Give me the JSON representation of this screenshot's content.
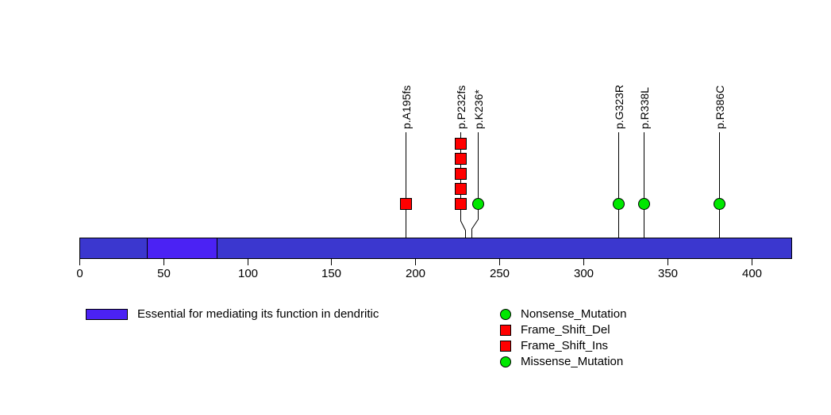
{
  "chart_data": {
    "type": "lollipop",
    "title": "",
    "xlabel": "",
    "ylabel": "",
    "xlim": [
      0,
      424
    ],
    "grid": false,
    "protein": {
      "length": 424,
      "bar_color": "#3B37CF",
      "bar_border": "#000000"
    },
    "domains": [
      {
        "name": "Essential for mediating its function in dendritic",
        "start": 40,
        "end": 82,
        "color": "#4B22F4"
      }
    ],
    "axis": {
      "ticks": [
        0,
        50,
        100,
        150,
        200,
        250,
        300,
        350,
        400
      ],
      "tick_labels": [
        "0",
        "50",
        "100",
        "150",
        "200",
        "250",
        "300",
        "350",
        "400"
      ]
    },
    "mutations": [
      {
        "label": "p.A195fs",
        "position": 194,
        "count": 1,
        "type": "Frame_Shift_Del",
        "shape": "square",
        "color": "#FF0000"
      },
      {
        "label": "p.P232fs",
        "position": 232,
        "count": 5,
        "type": "Frame_Shift_Ins",
        "shape": "square",
        "color": "#FF0000"
      },
      {
        "label": "p.K236*",
        "position": 236,
        "count": 1,
        "type": "Nonsense_Mutation",
        "shape": "circle",
        "color": "#00E800"
      },
      {
        "label": "p.G323R",
        "position": 323,
        "count": 1,
        "type": "Missense_Mutation",
        "shape": "circle",
        "color": "#00E800"
      },
      {
        "label": "p.R338L",
        "position": 338,
        "count": 1,
        "type": "Missense_Mutation",
        "shape": "circle",
        "color": "#00E800"
      },
      {
        "label": "p.R386C",
        "position": 386,
        "count": 1,
        "type": "Missense_Mutation",
        "shape": "circle",
        "color": "#00E800"
      }
    ],
    "legend_mutation_types": [
      {
        "label": "Nonsense_Mutation",
        "shape": "circle",
        "color": "#00E800"
      },
      {
        "label": "Frame_Shift_Del",
        "shape": "square",
        "color": "#FF0000"
      },
      {
        "label": "Frame_Shift_Ins",
        "shape": "square",
        "color": "#FF0000"
      },
      {
        "label": "Missense_Mutation",
        "shape": "circle",
        "color": "#00E800"
      }
    ],
    "legend_domains": [
      {
        "label": "Essential for mediating its function in dendritic",
        "color": "#4B22F4"
      }
    ]
  },
  "axis": {
    "tick_labels": [
      "0",
      "50",
      "100",
      "150",
      "200",
      "250",
      "300",
      "350",
      "400"
    ]
  },
  "mutation_labels": {
    "a195fs": "p.A195fs",
    "p232fs": "p.P232fs",
    "k236x": "p.K236*",
    "g323r": "p.G323R",
    "r338l": "p.R338L",
    "r386c": "p.R386C"
  },
  "legend": {
    "domain_label": "Essential for mediating its function in dendritic",
    "types": {
      "nonsense": "Nonsense_Mutation",
      "frame_shift_del": "Frame_Shift_Del",
      "frame_shift_ins": "Frame_Shift_Ins",
      "missense": "Missense_Mutation"
    }
  },
  "colors": {
    "protein_bar": "#3B37CF",
    "domain": "#4B22F4",
    "mutation_red": "#FF0000",
    "mutation_green": "#00E800",
    "outline": "#000000"
  }
}
